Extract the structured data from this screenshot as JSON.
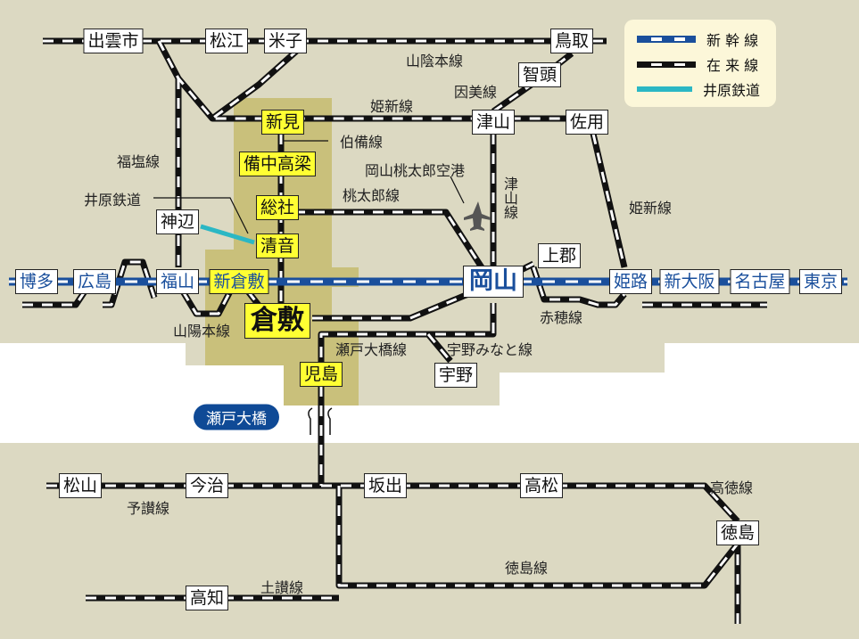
{
  "legend": {
    "shinkansen": "新 幹 線",
    "conventional": "在 来 線",
    "ibara": "井原鉄道"
  },
  "colors": {
    "land": "#dcd9c2",
    "highlight": "#c9c07b",
    "shinkansen": "#1a4f9c",
    "ibara": "#2bb7c4",
    "station_yellow": "#ffff33",
    "pill": "#0f4a96"
  },
  "stations": [
    "出雲市",
    "松江",
    "米子",
    "鳥取",
    "智頭",
    "新見",
    "津山",
    "佐用",
    "備中高梁",
    "総社",
    "神辺",
    "清音",
    "博多",
    "広島",
    "福山",
    "新倉敷",
    "岡山",
    "上郡",
    "姫路",
    "新大阪",
    "名古屋",
    "東京",
    "倉敷",
    "児島",
    "宇野",
    "松山",
    "今治",
    "坂出",
    "高松",
    "徳島",
    "高知"
  ],
  "lines": [
    "山陰本線",
    "因美線",
    "姫新線",
    "伯備線",
    "福塩線",
    "井原鉄道",
    "桃太郎線",
    "津山線",
    "姫新線",
    "赤穂線",
    "山陽本線",
    "瀬戸大橋線",
    "宇野みなと線",
    "予讃線",
    "高徳線",
    "徳島線",
    "土讃線"
  ],
  "airport": "岡山桃太郎空港",
  "bridge": "瀬戸大橋"
}
